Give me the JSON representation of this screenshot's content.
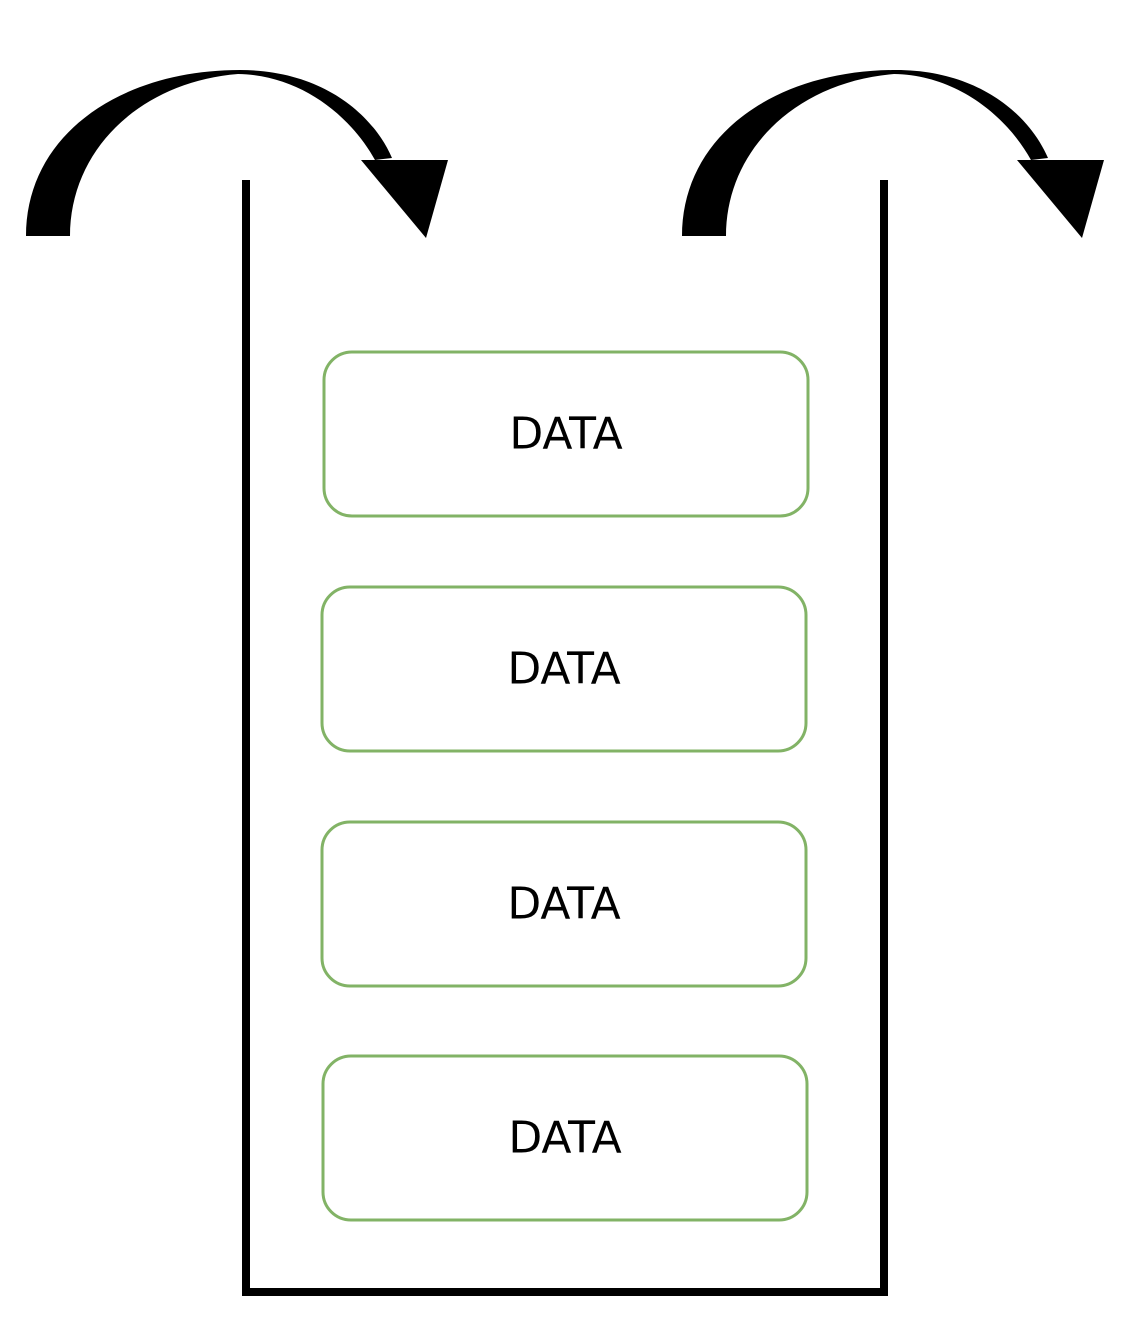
{
  "diagram": {
    "type": "stack",
    "items": [
      {
        "label": "DATA"
      },
      {
        "label": "DATA"
      },
      {
        "label": "DATA"
      },
      {
        "label": "DATA"
      }
    ],
    "item_border_color": "#82b366",
    "line_color": "#000000",
    "arrows": [
      {
        "name": "push-arrow-icon",
        "meaning": "push"
      },
      {
        "name": "pop-arrow-icon",
        "meaning": "pop"
      }
    ]
  }
}
